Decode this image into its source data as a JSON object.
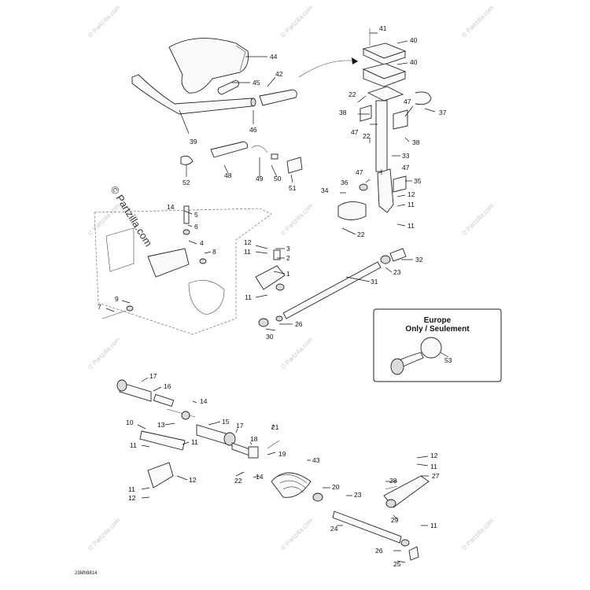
{
  "watermark": "© Partzilla.com",
  "drawing_code": "23Mh9814",
  "note_box": {
    "line1": "Europe",
    "line2": "Only / Seulement",
    "callout": "53"
  },
  "callouts": {
    "c44": "44",
    "c45": "45",
    "c42": "42",
    "c46": "46",
    "c39": "39",
    "c41": "41",
    "c40a": "40",
    "c40b": "40",
    "c22a": "22",
    "c47a": "47",
    "c37": "37",
    "c38a": "38",
    "c47b": "47",
    "c22b": "22",
    "c38b": "38",
    "c33": "33",
    "c47c": "47",
    "c47d": "47",
    "c35": "35",
    "c36": "36",
    "c34": "34",
    "c12a": "12",
    "c11a": "11",
    "c22c": "22",
    "c11b": "11",
    "c32": "32",
    "c23a": "23",
    "c31": "31",
    "c52": "52",
    "c48": "48",
    "c49": "49",
    "c50": "50",
    "c51": "51",
    "c14a": "14",
    "c5": "5",
    "c6": "6",
    "c4": "4",
    "c8": "8",
    "c12b": "12",
    "c3": "3",
    "c11c": "11",
    "c2": "2",
    "c1": "1",
    "c11d": "11",
    "c9": "9",
    "c7": "7",
    "c26a": "26",
    "c30": "30",
    "c17a": "17",
    "c16": "16",
    "c14b": "14",
    "c13": "13",
    "c15": "15",
    "c17b": "17",
    "c10": "10",
    "c11e": "11",
    "c11f": "11",
    "c12c": "12",
    "c11g": "11",
    "c12d": "12",
    "c18": "18",
    "c21": "21",
    "c19": "19",
    "c43": "43",
    "c22d": "22",
    "c14c": "14",
    "c20": "20",
    "c23b": "23",
    "c24": "24",
    "c28": "28",
    "c12e": "12",
    "c11h": "11",
    "c27": "27",
    "c29": "29",
    "c11i": "11",
    "c26b": "26",
    "c25": "25"
  }
}
